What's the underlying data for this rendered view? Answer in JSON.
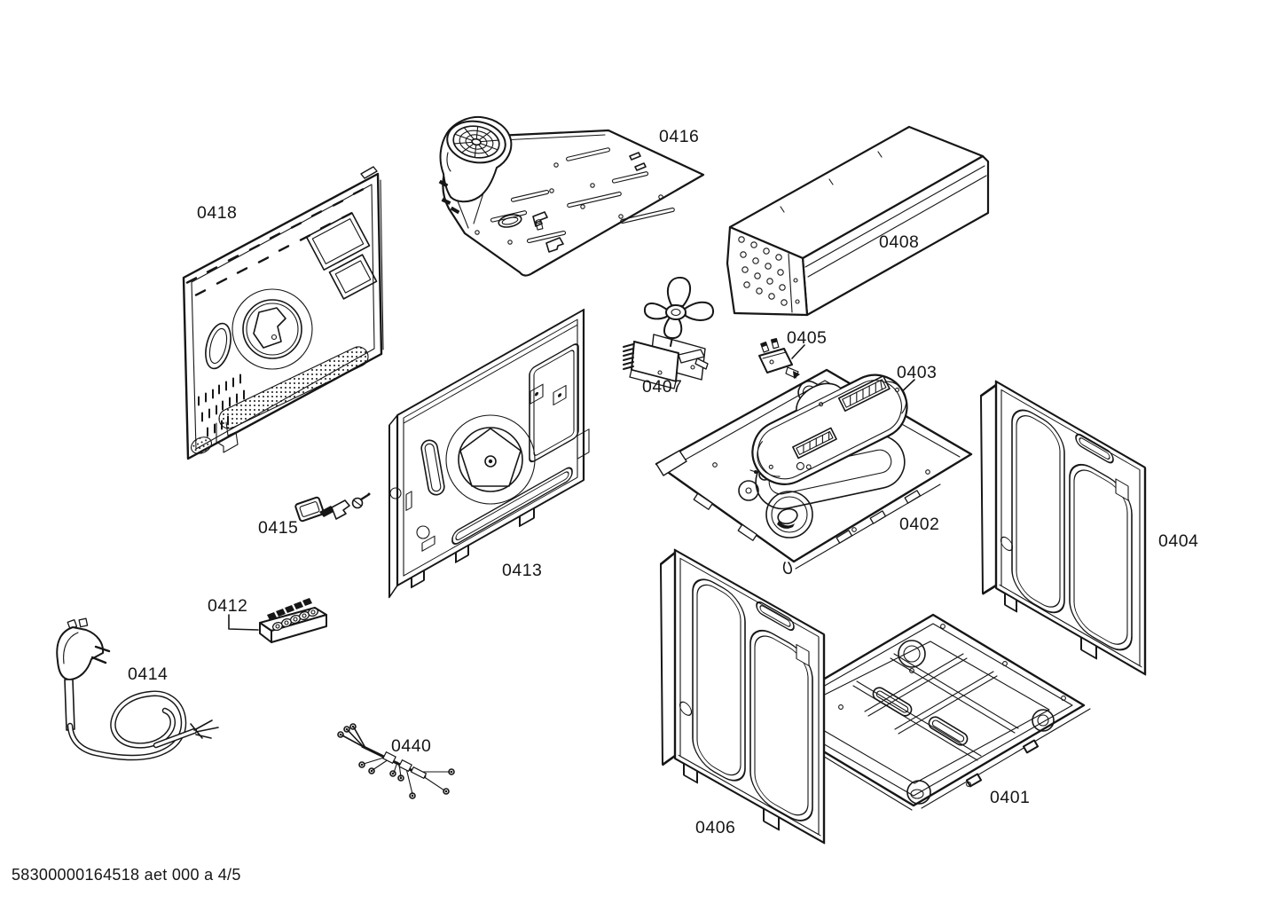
{
  "page": {
    "background_color": "#ffffff",
    "ink_color": "#161616",
    "footer_text": "58300000164518 aet 000 a 4/5"
  },
  "diagram": {
    "parts": {
      "p0401": {
        "label": "0401"
      },
      "p0402": {
        "label": "0402"
      },
      "p0403": {
        "label": "0403"
      },
      "p0404": {
        "label": "0404"
      },
      "p0405": {
        "label": "0405"
      },
      "p0406": {
        "label": "0406"
      },
      "p0407": {
        "label": "0407"
      },
      "p0408": {
        "label": "0408"
      },
      "p0412": {
        "label": "0412"
      },
      "p0413": {
        "label": "0413"
      },
      "p0414": {
        "label": "0414"
      },
      "p0415": {
        "label": "0415"
      },
      "p0416": {
        "label": "0416"
      },
      "p0418": {
        "label": "0418"
      },
      "p0440": {
        "label": "0440"
      }
    }
  }
}
